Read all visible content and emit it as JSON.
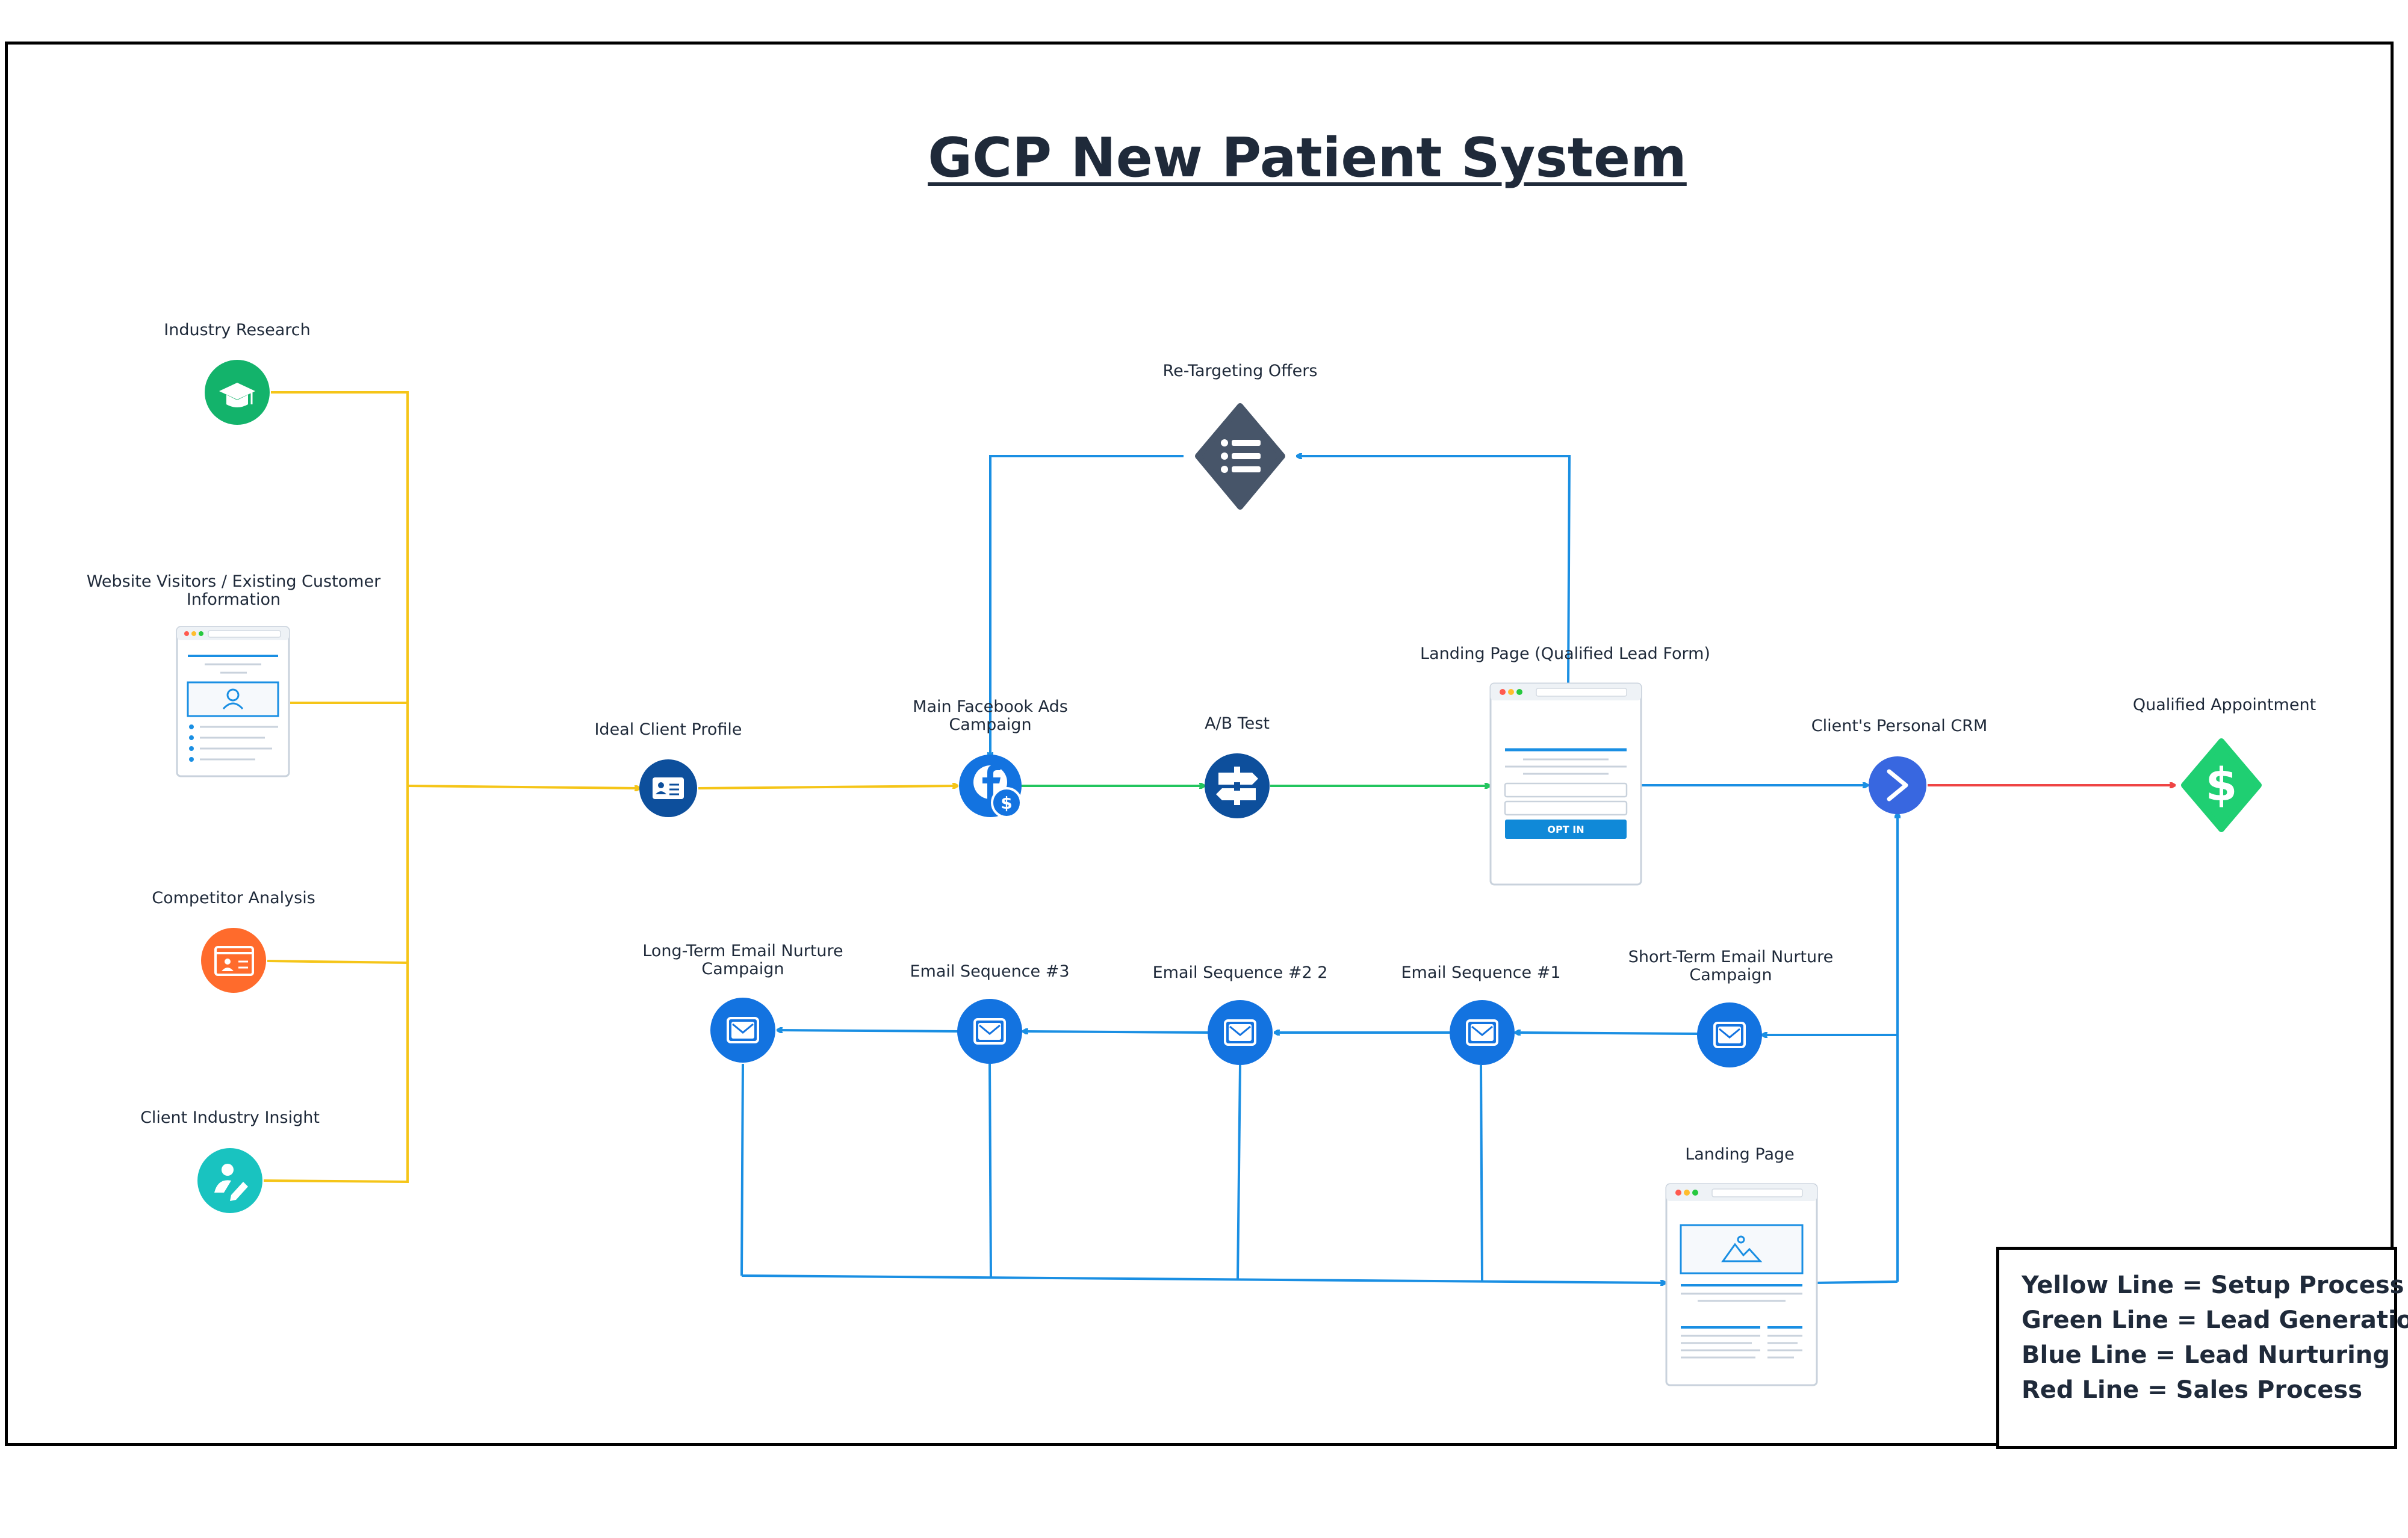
{
  "title": "GCP New Patient System",
  "nodes": {
    "industry_research": "Industry Research",
    "website_visitors": "Website Visitors / Existing Customer\nInformation",
    "competitor_analysis": "Competitor Analysis",
    "client_industry_insight": "Client Industry Insight",
    "ideal_client_profile": "Ideal Client Profile",
    "main_facebook_ads": "Main Facebook Ads\nCampaign",
    "ab_test": "A/B Test",
    "retargeting_offers": "Re-Targeting Offers",
    "landing_page_qualified": "Landing Page (Qualified Lead Form)",
    "clients_crm": "Client's Personal CRM",
    "qualified_appointment": "Qualified Appointment",
    "short_term_nurture": "Short-Term Email Nurture\nCampaign",
    "email_seq_1": "Email Sequence #1",
    "email_seq_2": "Email Sequence #2 2",
    "email_seq_3": "Email Sequence #3",
    "long_term_nurture": "Long-Term Email Nurture\nCampaign",
    "landing_page": "Landing Page"
  },
  "opt_in_button": "OPT IN",
  "legend": {
    "yellow": "Yellow Line = Setup Process",
    "green": "Green Line = Lead Generation",
    "blue": "Blue Line = Lead Nurturing",
    "red": "Red Line = Sales Process"
  },
  "colors": {
    "yellow_line": "#f5c518",
    "green_line": "#22c55e",
    "blue_line": "#1a8fe3",
    "red_line": "#ef4444",
    "icon_blue": "#1373e0",
    "icon_navy": "#0d4f9c",
    "icon_green": "#13b36b",
    "icon_orange": "#ff6b2c",
    "icon_teal": "#19c3c0",
    "diamond_slate": "#475569",
    "diamond_green": "#1fcf72",
    "crm_blue": "#3867e0"
  }
}
